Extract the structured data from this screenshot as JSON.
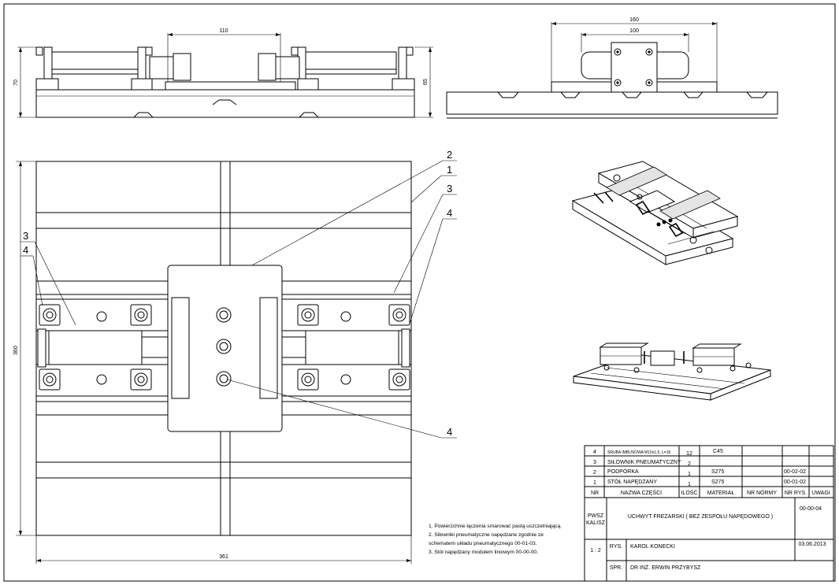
{
  "dimensions": {
    "front_width": "110",
    "front_height_left": "70",
    "front_height_right": "65",
    "side_outer": "160",
    "side_inner": "100",
    "top_height": "360",
    "top_width": "361"
  },
  "callouts": [
    "2",
    "1",
    "3",
    "4",
    "3",
    "4",
    "4"
  ],
  "bom": [
    {
      "nr": "4",
      "name": "ŚRUBA IMBUSOWA M10x1,5, L=16",
      "qty": "12",
      "material": "C45",
      "norm": "",
      "dwg": ""
    },
    {
      "nr": "3",
      "name": "SIŁOWNIK PNEUMATYCZNY",
      "qty": "2",
      "material": "",
      "norm": "",
      "dwg": ""
    },
    {
      "nr": "2",
      "name": "PODPÓRKA",
      "qty": "1",
      "material": "S275",
      "norm": "",
      "dwg": "00-02-02"
    },
    {
      "nr": "1",
      "name": "STÓŁ NAPĘDZANY",
      "qty": "1",
      "material": "S275",
      "norm": "",
      "dwg": "00-01-02"
    }
  ],
  "bom_header": {
    "nr": "NR",
    "name": "NAZWA CZĘŚCI",
    "qty": "ILOŚĆ",
    "material": "MATERIAŁ",
    "norm": "NR NORMY",
    "dwg": "NR RYS.",
    "notes": "UWAGI"
  },
  "title_block": {
    "school_line1": "PWSZ",
    "school_line2": "KALISZ",
    "title": "UCHWYT FREZARSKI ( BEZ ZESPOŁU NAPĘDOWEGO )",
    "drawing_no": "00-00-04",
    "scale": "1 : 2",
    "drawn_label": "RYS.",
    "drawn_by": "KAROL KONECKI",
    "date": "03.06.2013",
    "checked_label": "SPR.",
    "checked_by": "DR INŻ. ERWIN PRZYBYSZ"
  },
  "notes": [
    "1. Powierzchnie łączenia smarować pastą uszczelniającą.",
    "2. Siłowniki pneumatyczne napędzane zgodnie ze",
    "schematem układu pneumatycznego 00-01-03.",
    "3. Stół napędzany modułem liniowym 00-00-00."
  ]
}
